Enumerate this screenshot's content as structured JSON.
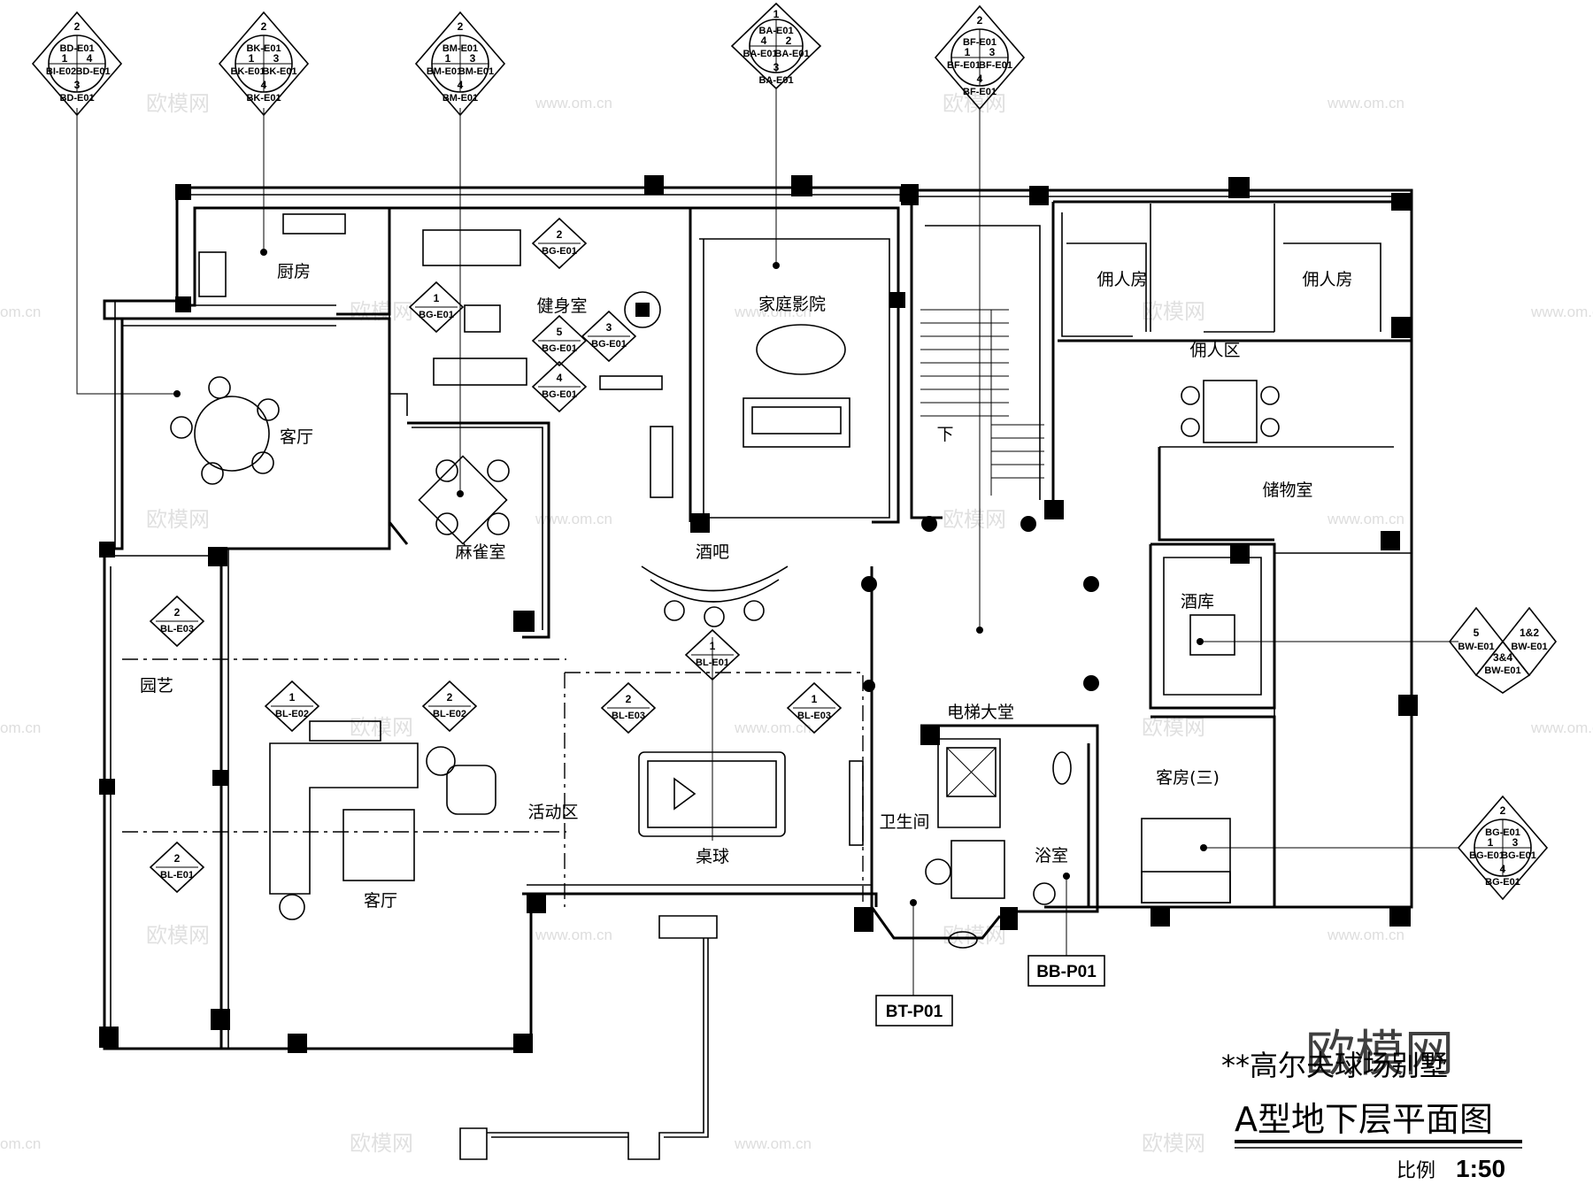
{
  "rooms": {
    "kitchen": "厨房",
    "gym": "健身室",
    "home_theater": "家庭影院",
    "living_room_upper": "客厅",
    "mahjong": "麻雀室",
    "bar": "酒吧",
    "down": "下",
    "servant_room_left": "佣人房",
    "servant_room_right": "佣人房",
    "servant_area": "佣人区",
    "storage": "储物室",
    "wine_cellar": "酒库",
    "garden": "园艺",
    "activity_area": "活动区",
    "billiards": "桌球",
    "living_room_lower": "客厅",
    "elevator_hall": "电梯大堂",
    "restroom": "卫生间",
    "bathroom": "浴室",
    "guest_room": "客房(三)"
  },
  "markers": {
    "bd": {
      "top": "2",
      "top_code": "BD-E01",
      "left": "1",
      "left_code": "BI-E02",
      "right": "4",
      "right_code": "BD-E01",
      "bottom": "3",
      "bottom_code": "BD-E01"
    },
    "bk": {
      "top": "2",
      "top_code": "BK-E01",
      "left": "1",
      "left_code": "BK-E01",
      "right": "3",
      "right_code": "BK-E01",
      "bottom": "4",
      "bottom_code": "BK-E01"
    },
    "bm": {
      "top": "2",
      "top_code": "BM-E01",
      "left": "1",
      "left_code": "BM-E01",
      "right": "3",
      "right_code": "BM-E01",
      "bottom": "4",
      "bottom_code": "BM-E01"
    },
    "ba": {
      "top": "1",
      "top_code": "BA-E01",
      "left": "4",
      "left_code": "BA-E01",
      "right": "2",
      "right_code": "BA-E01",
      "bottom": "3",
      "bottom_code": "BA-E01"
    },
    "bf": {
      "top": "2",
      "top_code": "BF-E01",
      "left": "1",
      "left_code": "BF-E01",
      "right": "3",
      "right_code": "BF-E01",
      "bottom": "4",
      "bottom_code": "BF-E01"
    },
    "bg_right": {
      "top": "2",
      "top_code": "BG-E01",
      "left": "1",
      "left_code": "BG-E01",
      "right": "3",
      "right_code": "BG-E01",
      "bottom": "4",
      "bottom_code": "BG-E01"
    },
    "bw": {
      "left": "5",
      "left_code": "BW-E01",
      "right": "1&2",
      "right_code": "BW-E01",
      "bottom": "3&4",
      "bottom_code": "BW-E01"
    }
  },
  "single_markers": [
    {
      "num": "2",
      "code": "BG-E01"
    },
    {
      "num": "1",
      "code": "BG-E01"
    },
    {
      "num": "5",
      "code": "BG-E01"
    },
    {
      "num": "3",
      "code": "BG-E01"
    },
    {
      "num": "4",
      "code": "BG-E01"
    },
    {
      "num": "2",
      "code": "BL-E03"
    },
    {
      "num": "1",
      "code": "BL-E01"
    },
    {
      "num": "1",
      "code": "BL-E02"
    },
    {
      "num": "2",
      "code": "BL-E02"
    },
    {
      "num": "2",
      "code": "BL-E03"
    },
    {
      "num": "1",
      "code": "BL-E03"
    },
    {
      "num": "2",
      "code": "BL-E01"
    }
  ],
  "callouts": {
    "bb": "BB-P01",
    "bt": "BT-P01"
  },
  "title": {
    "line1": "**高尔夫球场别墅",
    "line2": "A型地下层平面图",
    "scale_label": "比例",
    "scale_value": "1:50"
  },
  "watermarks": {
    "logo": "欧模网",
    "url": "www.om.cn",
    "url_short": "om.cn",
    "big": "欧模网"
  }
}
